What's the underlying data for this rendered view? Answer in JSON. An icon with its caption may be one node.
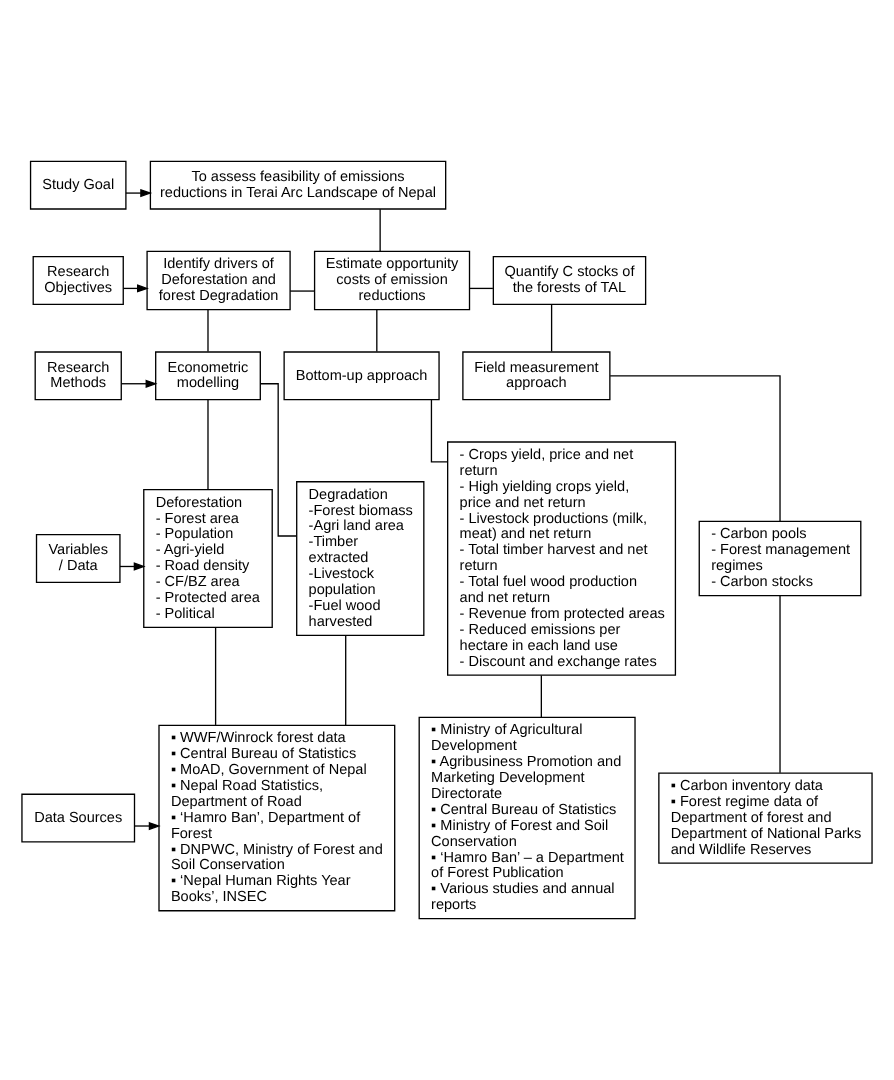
{
  "diagram": {
    "nodes": [
      {
        "text": [
          "Study Goal"
        ]
      },
      {
        "text": [
          "To assess feasibility of emissions reductions in Terai Arc Landscape of Nepal"
        ]
      },
      {
        "text": [
          "Research Objectives"
        ]
      },
      {
        "text": [
          "Identify drivers of Deforestation and forest Degradation"
        ]
      },
      {
        "text": [
          "Estimate opportunity costs of emission reductions"
        ]
      },
      {
        "text": [
          "Quantify C stocks of the forests of TAL"
        ]
      },
      {
        "text": [
          "Research Methods"
        ]
      },
      {
        "text": [
          "Econometric modelling"
        ]
      },
      {
        "text": [
          "Bottom-up approach"
        ]
      },
      {
        "text": [
          "Field measurement approach"
        ]
      },
      {
        "text": [
          "Variables / Data"
        ]
      },
      {
        "text": [
          "Deforestation",
          "- Forest area",
          "- Population",
          "- Agri-yield",
          "- Road density",
          "- CF/BZ area",
          "- Protected area",
          "- Political"
        ]
      },
      {
        "text": [
          "Degradation",
          "-Forest biomass",
          "-Agri land area",
          "-Timber extracted",
          "-Livestock population",
          "-Fuel wood harvested"
        ]
      },
      {
        "text": [
          "- Crops yield, price and net return",
          "- High yielding crops yield, price and net return",
          "- Livestock productions (milk, meat) and net return",
          "- Total timber harvest and net return",
          "- Total fuel wood production and net return",
          "- Revenue from protected areas",
          "- Reduced emissions per hectare in each land use",
          "- Discount and exchange rates"
        ]
      },
      {
        "text": [
          "- Carbon pools",
          "- Forest management regimes",
          "- Carbon stocks"
        ]
      },
      {
        "text": [
          "Data Sources"
        ]
      },
      {
        "text": [
          "▪ WWF/Winrock forest data",
          "▪ Central Bureau of Statistics",
          "▪ MoAD, Government of Nepal",
          "▪ Nepal Road Statistics, Department of Road",
          "▪ ‘Hamro Ban’, Department of Forest",
          "▪ DNPWC, Ministry of Forest and Soil Conservation",
          "▪ ‘Nepal Human Rights Year Books’, INSEC"
        ]
      },
      {
        "text": [
          "▪ Ministry of Agricultural Development",
          "▪ Agribusiness Promotion and Marketing Development Directorate",
          "▪ Central Bureau of Statistics",
          "▪ Ministry of Forest and Soil Conservation",
          "▪ ‘Hamro Ban’ – a Department of Forest Publication",
          "▪ Various studies and annual reports"
        ]
      },
      {
        "text": [
          "▪ Carbon inventory data",
          "▪ Forest regime data of Department of forest and Department of National Parks and Wildlife Reserves"
        ]
      }
    ],
    "edges": [
      {
        "from": 0,
        "to": 1,
        "arrow": "to"
      },
      {
        "from": 1,
        "to": 4,
        "arrow": "none"
      },
      {
        "from": 2,
        "to": 3,
        "arrow": "to"
      },
      {
        "from": 3,
        "to": 4,
        "arrow": "none"
      },
      {
        "from": 4,
        "to": 5,
        "arrow": "none"
      },
      {
        "from": 3,
        "to": 7,
        "arrow": "none"
      },
      {
        "from": 4,
        "to": 8,
        "arrow": "none"
      },
      {
        "from": 5,
        "to": 9,
        "arrow": "none"
      },
      {
        "from": 6,
        "to": 7,
        "arrow": "to"
      },
      {
        "from": 7,
        "to": 11,
        "arrow": "none"
      },
      {
        "from": 7,
        "to": 12,
        "arrow": "none"
      },
      {
        "from": 10,
        "to": 11,
        "arrow": "to"
      },
      {
        "from": 8,
        "to": 13,
        "arrow": "none"
      },
      {
        "from": 9,
        "to": 14,
        "arrow": "none"
      },
      {
        "from": 11,
        "to": 16,
        "arrow": "none"
      },
      {
        "from": 12,
        "to": 16,
        "arrow": "none"
      },
      {
        "from": 13,
        "to": 17,
        "arrow": "none"
      },
      {
        "from": 14,
        "to": 18,
        "arrow": "none"
      },
      {
        "from": 15,
        "to": 16,
        "arrow": "to"
      }
    ]
  }
}
